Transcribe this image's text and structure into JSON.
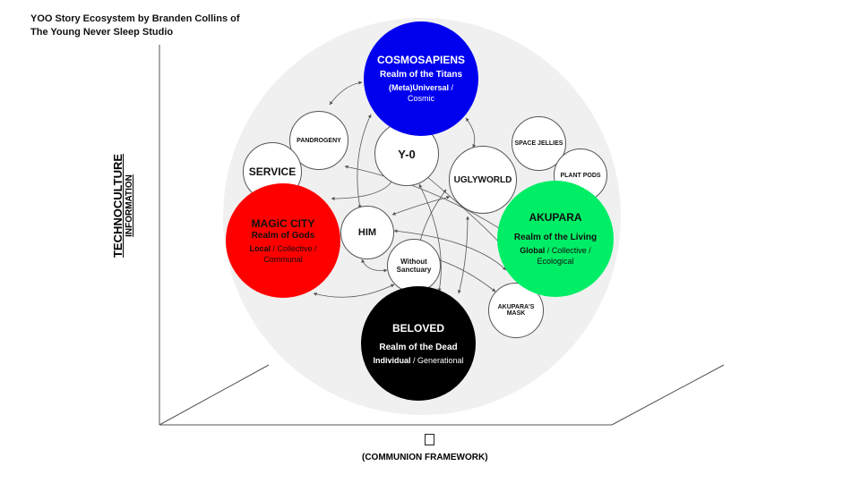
{
  "title": {
    "line1": "YOO Story Ecosystem by Branden Collins of",
    "line2": "The Young Never Sleep Studio"
  },
  "axes": {
    "vertical_main": "TECHNOCULTURE",
    "vertical_sub": "INFORMATION",
    "horizontal": "(COMMUNION FRAMEWORK)"
  },
  "colors": {
    "background_circle": "#f0f0f0",
    "cosmosapiens": "#0000ee",
    "magic_city": "#ff0000",
    "akupara": "#00ee66",
    "beloved": "#000000",
    "small_node": "#ffffff"
  },
  "nodes": {
    "cosmosapiens": {
      "name": "COSMOSAPIENS",
      "realm": "Realm of the Titans",
      "scope_bold": "(Meta)Universal",
      "scope_rest": " / Cosmic"
    },
    "magic_city": {
      "name": "MAGiC CITY",
      "realm": "Realm of Gods",
      "scope_bold": "Local",
      "scope_rest": " / Collective / Communal"
    },
    "akupara": {
      "name": "AKUPARA",
      "realm": "Realm of the Living",
      "scope_bold": "Global",
      "scope_rest": " / Collective / Ecological"
    },
    "beloved": {
      "name": "BELOVED",
      "realm": "Realm of the Dead",
      "scope_bold": "Individual",
      "scope_rest": " / Generational"
    },
    "y0": {
      "name": "Y-0"
    },
    "service": {
      "name": "SERVICE"
    },
    "pandrogeny": {
      "name": "PANDROGENY"
    },
    "uglyworld": {
      "name": "UGLYWORLD"
    },
    "him": {
      "name": "HIM"
    },
    "without_sanctuary": {
      "name": "Without Sanctuary"
    },
    "space_jellies": {
      "name": "SPACE JELLIES"
    },
    "plant_pods": {
      "name": "PLANT PODS"
    },
    "akuparas_mask": {
      "name": "AKUPARA'S MASK"
    }
  }
}
